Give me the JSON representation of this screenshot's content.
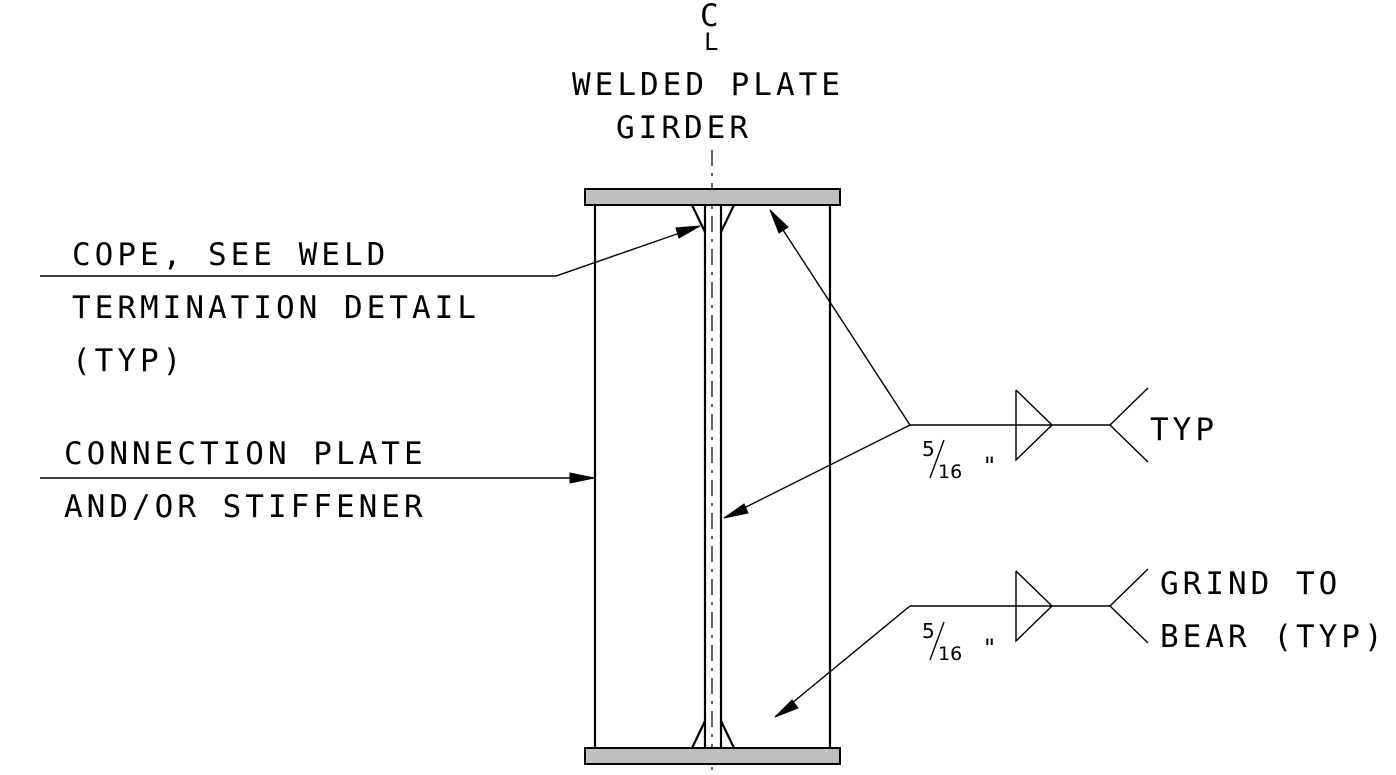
{
  "centerline": {
    "symbol_c": "C",
    "symbol_l": "L",
    "title_line1": "WELDED PLATE",
    "title_line2": "GIRDER"
  },
  "notes": {
    "cope_line1": "COPE, SEE WELD",
    "cope_line2": "TERMINATION DETAIL",
    "cope_line3": "(TYP)",
    "plate_line1": "CONNECTION PLATE",
    "plate_line2": "AND/OR STIFFENER"
  },
  "weld_symbols": {
    "upper": {
      "size_num": "5",
      "size_den": "16",
      "size_unit": "\"",
      "tail_note": "TYP"
    },
    "lower": {
      "size_num": "5",
      "size_den": "16",
      "size_unit": "\"",
      "tail_line1": "GRIND TO",
      "tail_line2": "BEAR (TYP)"
    }
  }
}
